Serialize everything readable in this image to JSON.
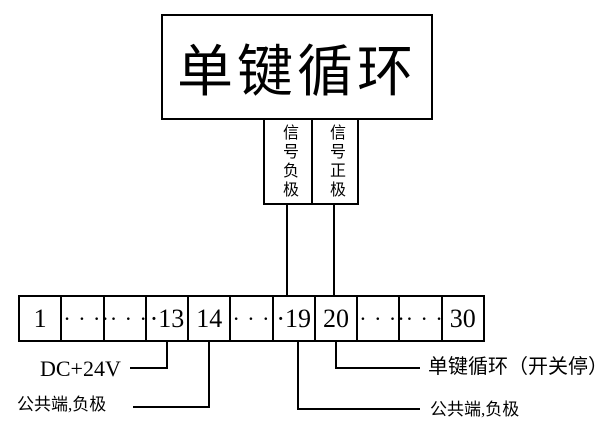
{
  "device": {
    "title": "单键循环"
  },
  "signal_boxes": [
    {
      "label": "信号负极"
    },
    {
      "label": "信号正极"
    }
  ],
  "terminal_strip": {
    "cells": [
      "1",
      "· · ·",
      "·· · ·",
      "·13",
      "14",
      "· · ·",
      "·19",
      "20",
      "· · ·",
      "·· · ·",
      "30"
    ]
  },
  "annotations": {
    "power": "DC+24V",
    "common_left": "公共端,负极",
    "single_key": "单键循环（开关停）",
    "common_right": "公共端,负极"
  },
  "colors": {
    "line": "#000000",
    "background": "#ffffff"
  }
}
